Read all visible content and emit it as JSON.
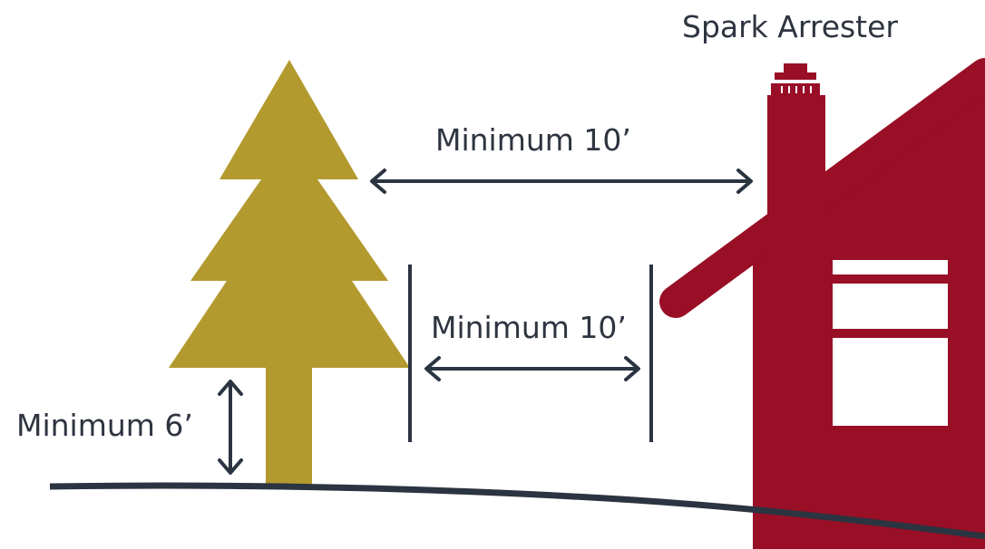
{
  "labels": {
    "spark_arrester": "Spark Arrester",
    "roof_clearance": "Minimum 10’",
    "house_clearance": "Minimum 10’",
    "ground_clearance": "Minimum 6’"
  },
  "colors": {
    "tree": "#B29A2F",
    "house": "#990F26",
    "line": "#2B3441",
    "window": "#FFFFFF"
  },
  "icons": {
    "tree": "pine-tree-icon",
    "house": "house-icon",
    "chimney_cap": "spark-arrester-icon"
  }
}
